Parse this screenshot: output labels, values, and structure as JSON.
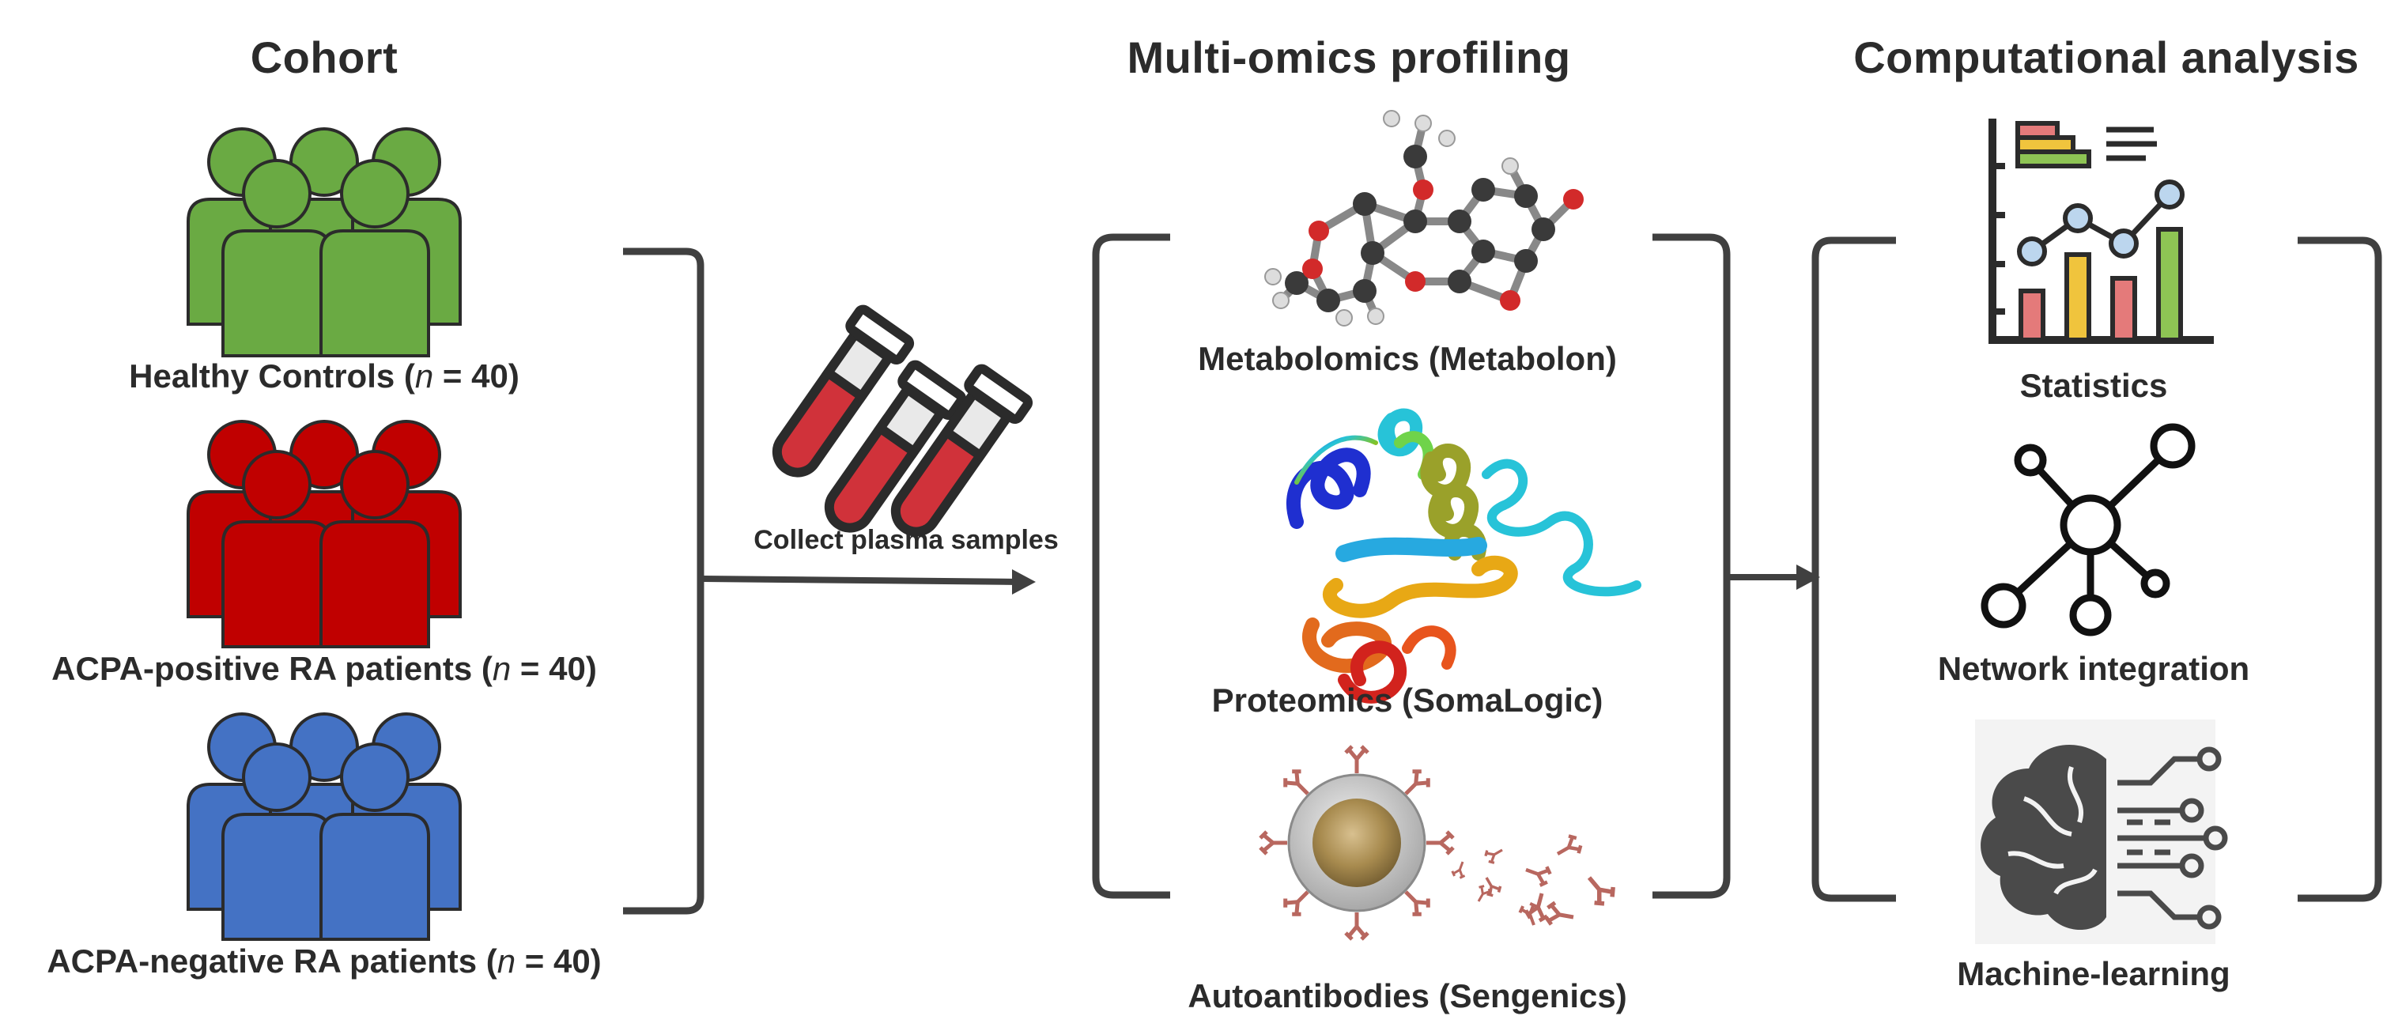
{
  "headings": {
    "cohort": "Cohort",
    "omics": "Multi-omics profiling",
    "analysis": "Computational analysis"
  },
  "cohort": {
    "healthy": {
      "label": "Healthy Controls (",
      "n": "n",
      "count": " = 40)",
      "color": "#6aaa43"
    },
    "acpa_pos": {
      "label": "ACPA-positive RA patients (",
      "n": "n",
      "count": " = 40)",
      "color": "#c00000"
    },
    "acpa_neg": {
      "label": "ACPA-negative RA patients (",
      "n": "n",
      "count": " = 40)",
      "color": "#4472c4"
    }
  },
  "samples": {
    "label": "Collect plasma samples"
  },
  "omics": {
    "metabolomics": "Metabolomics (Metabolon)",
    "proteomics": "Proteomics (SomaLogic)",
    "autoantibodies": "Autoantibodies (Sengenics)"
  },
  "analysis": {
    "statistics": "Statistics",
    "network": "Network integration",
    "ml": "Machine-learning"
  },
  "colors": {
    "bracket": "#404040",
    "tube": "#d0323a",
    "tube_outline": "#2b2b2b"
  }
}
